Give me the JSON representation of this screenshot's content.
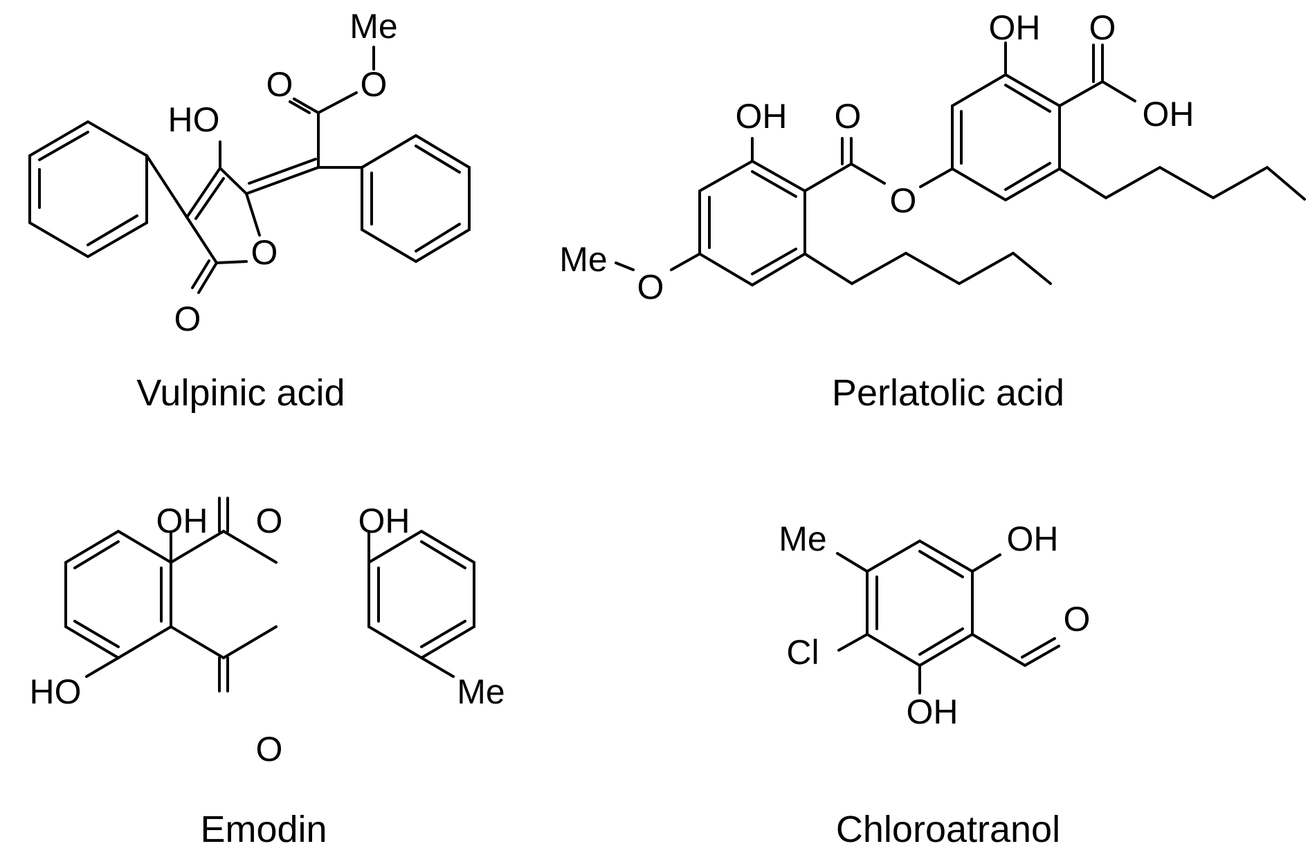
{
  "compounds": [
    {
      "name": "Vulpinic acid",
      "atoms": {
        "me": "Me",
        "o_carbonyl": "O",
        "o_ester": "O",
        "ho": "HO",
        "o_ring": "O",
        "o_lactone": "O"
      }
    },
    {
      "name": "Perlatolic acid",
      "atoms": {
        "oh_left": "OH",
        "o_carbonyl": "O",
        "o_ester": "O",
        "me": "Me",
        "o_methoxy": "O",
        "oh_right": "OH",
        "o_acid": "O",
        "oh_acid": "OH"
      }
    },
    {
      "name": "Emodin",
      "atoms": {
        "oh_top_left": "OH",
        "o_top": "O",
        "oh_top_right": "OH",
        "ho_left": "HO",
        "me": "Me",
        "o_bottom": "O"
      }
    },
    {
      "name": "Chloroatranol",
      "atoms": {
        "me": "Me",
        "oh_top": "OH",
        "o_aldehyde": "O",
        "cl": "Cl",
        "oh_bottom": "OH"
      }
    }
  ]
}
